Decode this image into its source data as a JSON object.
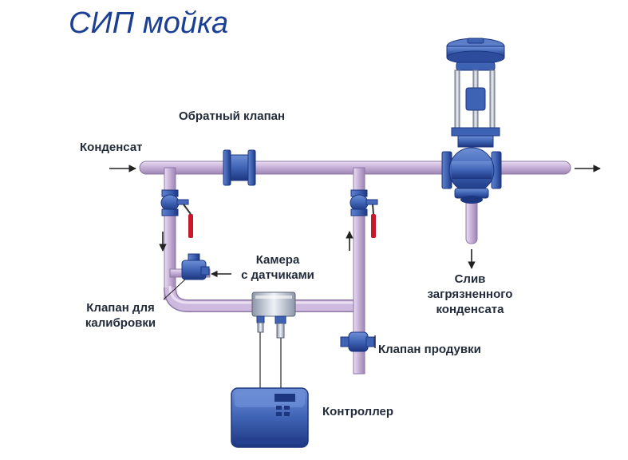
{
  "title": "СИП мойка",
  "labels": {
    "condensate": "Конденсат",
    "check_valve": "Обратный клапан",
    "chamber": [
      "Камера",
      "с датчиками"
    ],
    "calibration_valve": [
      "Клапан для",
      "калибровки"
    ],
    "drain": [
      "Слив",
      "загрязненного",
      "конденсата"
    ],
    "blowdown_valve": "Клапан продувки",
    "controller": "Контроллер"
  },
  "colors": {
    "pipe": "#ccb6dc",
    "pipe_edge": "#8f78a6",
    "equipment": "#3f63b4",
    "equipment_dark": "#1d3680",
    "handle": "#c8192a",
    "title": "#1b3f93"
  }
}
